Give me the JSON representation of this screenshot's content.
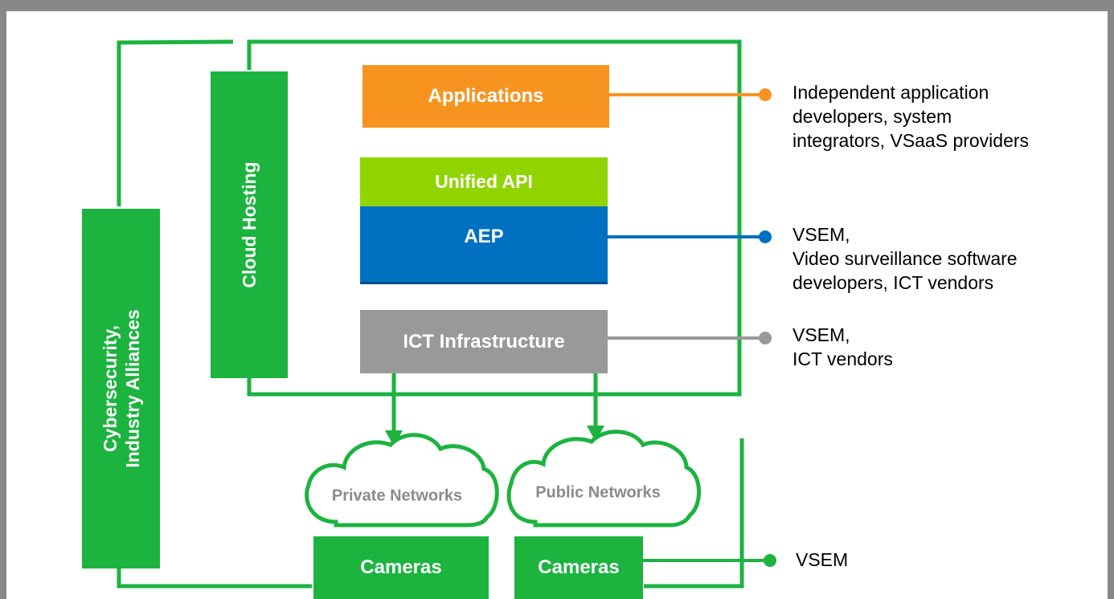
{
  "colors": {
    "green": "#1cb33f",
    "orange": "#f79420",
    "lime": "#92d400",
    "blue": "#0070c0",
    "gray": "#999999",
    "cloud_text": "#8a8a8a"
  },
  "boxes": {
    "applications": "Applications",
    "unified_api": "Unified API",
    "aep": "AEP",
    "ict_infrastructure": "ICT Infrastructure",
    "cameras_left": "Cameras",
    "cameras_right": "Cameras"
  },
  "vertical_boxes": {
    "cloud_hosting": "Cloud Hosting",
    "cybersecurity": [
      "Cybersecurity,",
      "Industry Alliances"
    ]
  },
  "clouds": {
    "private": "Private Networks",
    "public": "Public Networks"
  },
  "stakeholders": {
    "applications": [
      "Independent application",
      "developers, system",
      "integrators, VSaaS providers"
    ],
    "aep": [
      "VSEM,",
      "Video surveillance software",
      "developers, ICT vendors"
    ],
    "ict": [
      "VSEM,",
      "ICT vendors"
    ],
    "cameras": [
      "VSEM"
    ]
  }
}
